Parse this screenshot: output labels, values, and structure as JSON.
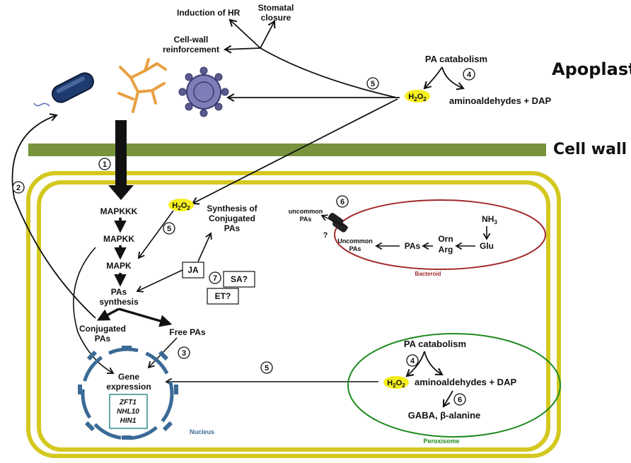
{
  "regions": {
    "apoplast": "Apoplast",
    "cell_wall": "Cell wall",
    "bacteroid": "Bacteroid",
    "nucleus": "Nucleus",
    "peroxisome": "Peroxisome"
  },
  "apoplast": {
    "induction_hr": "Induction of HR",
    "stomatal_1": "Stomatal",
    "stomatal_2": "closure",
    "cellwall_1": "Cell-wall",
    "cellwall_2": "reinforcement",
    "pa_catabolism": "PA catabolism",
    "h2o2": "H2O2",
    "aminoaldehydes": "aminoaldehydes + DAP"
  },
  "signaling": {
    "mapkkk": "MAPKKK",
    "mapkk": "MAPKK",
    "mapk": "MAPK",
    "pas_1": "PAs",
    "pas_2": "synthesis",
    "conjugated_1": "Conjugated",
    "conjugated_2": "PAs",
    "free_pas": "Free PAs",
    "h2o2": "H2O2",
    "synth_conj_1": "Synthesis of",
    "synth_conj_2": "Conjugated",
    "synth_conj_3": "PAs",
    "ja": "JA",
    "sa": "SA?",
    "et": "ET?"
  },
  "nucleus": {
    "gene_1": "Gene",
    "gene_2": "expression",
    "genes": [
      "ZFT1",
      "NHL10",
      "HIN1"
    ]
  },
  "bacteroid": {
    "uncommon_out_1": "uncommon",
    "uncommon_out_2": "PAs",
    "question": "?",
    "uncommon_in_1": "Uncommon",
    "uncommon_in_2": "PAs",
    "pas": "PAs",
    "orn": "Orn",
    "arg": "Arg",
    "glu": "Glu",
    "nh3": "NH3"
  },
  "peroxisome": {
    "pa_catabolism": "PA catabolism",
    "h2o2": "H2O2",
    "aminoaldehydes": "aminoaldehydes + DAP",
    "gaba": "GABA, β-alanine"
  },
  "steps": [
    "1",
    "2",
    "3",
    "4",
    "5",
    "6",
    "7"
  ],
  "colors": {
    "cell_wall": "#77933c",
    "cell_membrane": "#d4c820",
    "bacteroid": "#a0282a",
    "peroxisome": "#1e8a1e",
    "nucleus": "#3a6a96",
    "h2o2_highlight": "#f5ee1e",
    "pathogen_fungus": "#e8a040",
    "pathogen_virus": "#5a5a8e",
    "pathogen_bacterium": "#1e3a6e"
  }
}
